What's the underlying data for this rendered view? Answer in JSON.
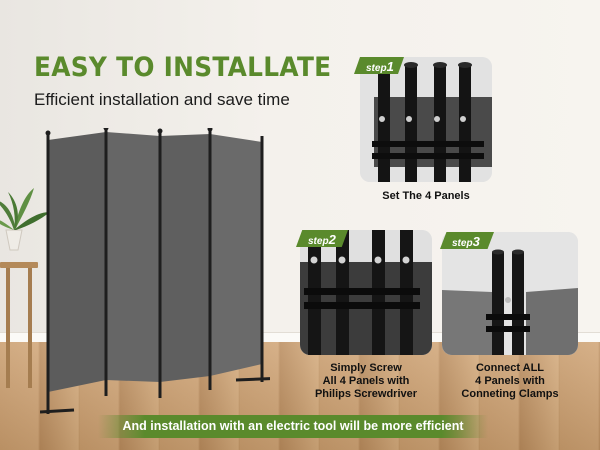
{
  "header": {
    "title": "EASY TO INSTALLATE",
    "subtitle": "Efficient installation and save time"
  },
  "steps": [
    {
      "tag_prefix": "step",
      "tag_num": "1",
      "caption": "Set The 4 Panels"
    },
    {
      "tag_prefix": "step",
      "tag_num": "2",
      "caption": "Simply Screw\nAll 4 Panels with\nPhilips Screwdriver"
    },
    {
      "tag_prefix": "step",
      "tag_num": "3",
      "caption": "Connect ALL\n4 Panels with\nConneting Clamps"
    }
  ],
  "footer": {
    "banner_text": "And installation with an electric tool will be more efficient"
  },
  "colors": {
    "accent_green": "#5a8a2c",
    "panel_gray": "#5e5e5e",
    "frame_black": "#1e1e1e"
  }
}
